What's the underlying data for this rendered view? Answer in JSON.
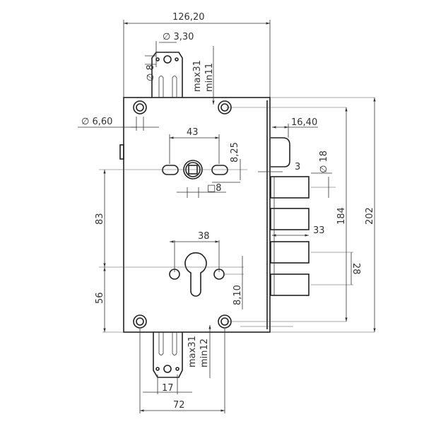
{
  "dimensions": {
    "overall_width": "126,20",
    "tang_hole_small": "∅ 3,30",
    "tang_hole_large": "∅ 8",
    "top_tang_max": "max31",
    "top_tang_min": "min11",
    "screw_hole": "∅ 6,60",
    "slot_spacing": "43",
    "spindle_offset": "8,25",
    "spindle_square": "□8",
    "latch_projection": "16,40",
    "faceplate": "3",
    "bolt_diameter": "∅ 18",
    "height_83": "83",
    "height_184": "184",
    "height_202": "202",
    "bolt_projection": "33",
    "cylinder_hole_spacing": "38",
    "bolt_pitch": "28",
    "height_56": "56",
    "cylinder_offset": "8,10",
    "bottom_tang_max": "max31",
    "bottom_tang_min": "min12",
    "bottom_tang_holes": "17",
    "bottom_width": "72"
  }
}
